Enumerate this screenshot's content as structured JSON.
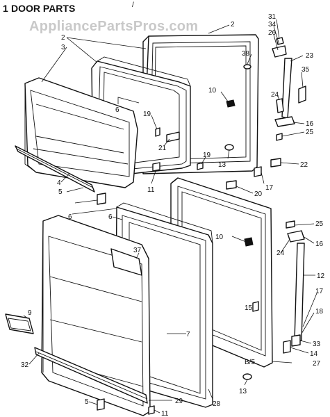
{
  "title": "DOOR PARTS",
  "watermark": "AppliancePartsPros.com",
  "scribble": "/",
  "corner_mark": "1",
  "code_label": "B/5",
  "callouts": {
    "c2a": "2",
    "c3": "3",
    "c2b": "2",
    "c31": "31",
    "c34": "34",
    "c26": "26",
    "c38": "38",
    "c23": "23",
    "c35": "35",
    "c10a": "10",
    "c6a": "6",
    "c19a": "19",
    "c21": "21",
    "c24a": "24",
    "c16a": "16",
    "c25a": "25",
    "c19b": "19",
    "c13a": "13",
    "c22": "22",
    "c11a": "11",
    "c17a": "17",
    "c20": "20",
    "c4": "4",
    "c5a": "5",
    "c6b": "6",
    "c6c": "6",
    "c10b": "10",
    "c25b": "25",
    "c16b": "16",
    "c37": "37",
    "c24b": "24",
    "c12": "12",
    "c9": "9",
    "c15": "15",
    "c17b": "17",
    "c18": "18",
    "c7": "7",
    "c33": "33",
    "c14": "14",
    "c32": "32",
    "c27": "27",
    "c13b": "13",
    "c5b": "5",
    "c29": "29",
    "c28": "28",
    "c11b": "11"
  }
}
